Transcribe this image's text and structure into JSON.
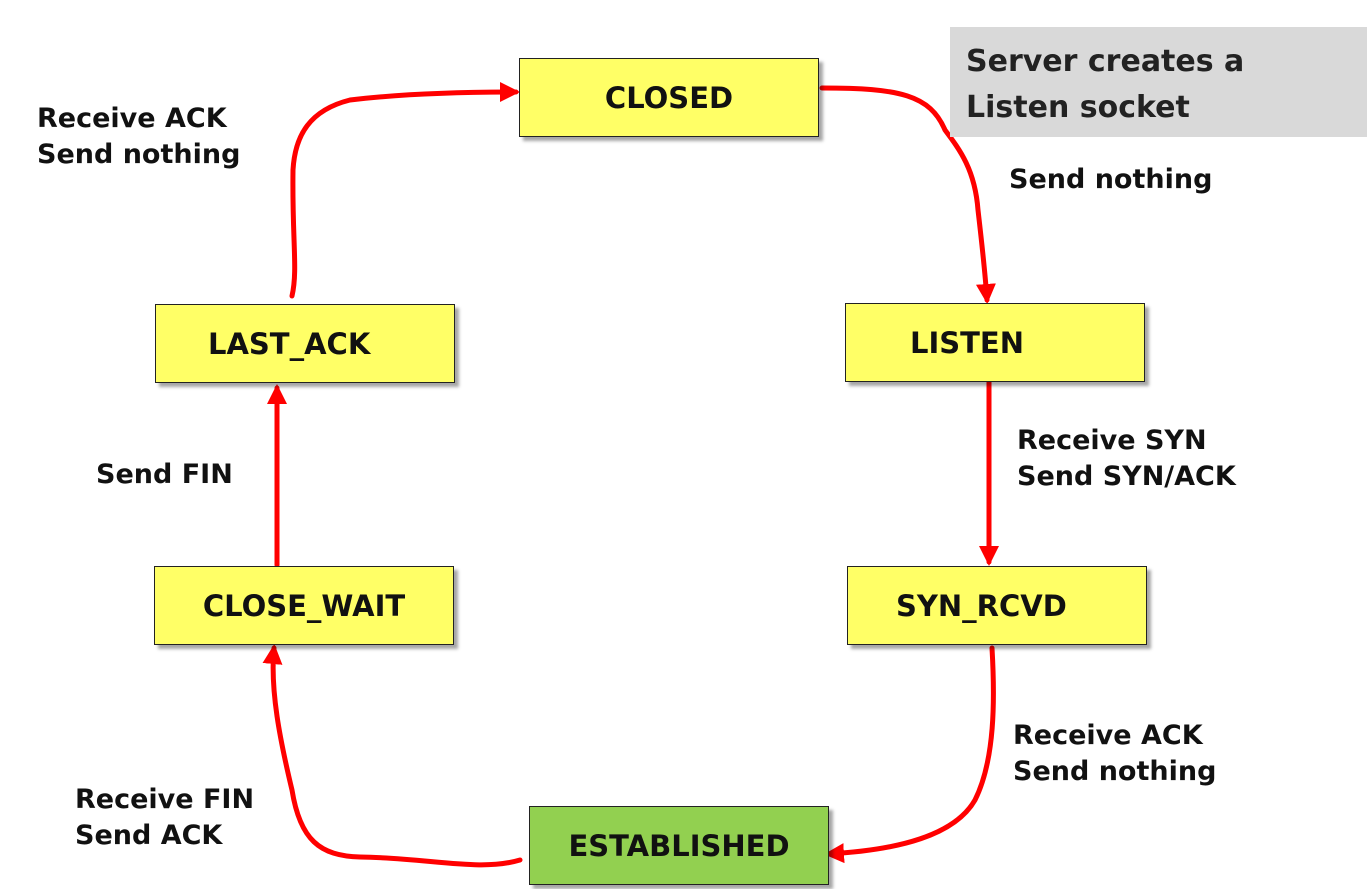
{
  "note": {
    "line1": "Server creates a",
    "line2": "Listen socket"
  },
  "colors": {
    "state_fill": "#ffff66",
    "established_fill": "#92d050",
    "arrow": "#ff0000",
    "note_fill": "#d9d9d9"
  },
  "states": {
    "closed": "CLOSED",
    "listen": "LISTEN",
    "syn_rcvd": "SYN_RCVD",
    "established": "ESTABLISHED",
    "close_wait": "CLOSE_WAIT",
    "last_ack": "LAST_ACK"
  },
  "transitions": {
    "closed_to_listen": [
      "Send nothing"
    ],
    "listen_to_syn_rcvd": [
      "Receive SYN",
      "Send SYN/ACK"
    ],
    "syn_rcvd_to_established": [
      "Receive ACK",
      "Send nothing"
    ],
    "established_to_close_wait": [
      "Receive FIN",
      "Send ACK"
    ],
    "close_wait_to_last_ack": [
      "Send FIN"
    ],
    "last_ack_to_closed": [
      "Receive ACK",
      "Send nothing"
    ]
  }
}
